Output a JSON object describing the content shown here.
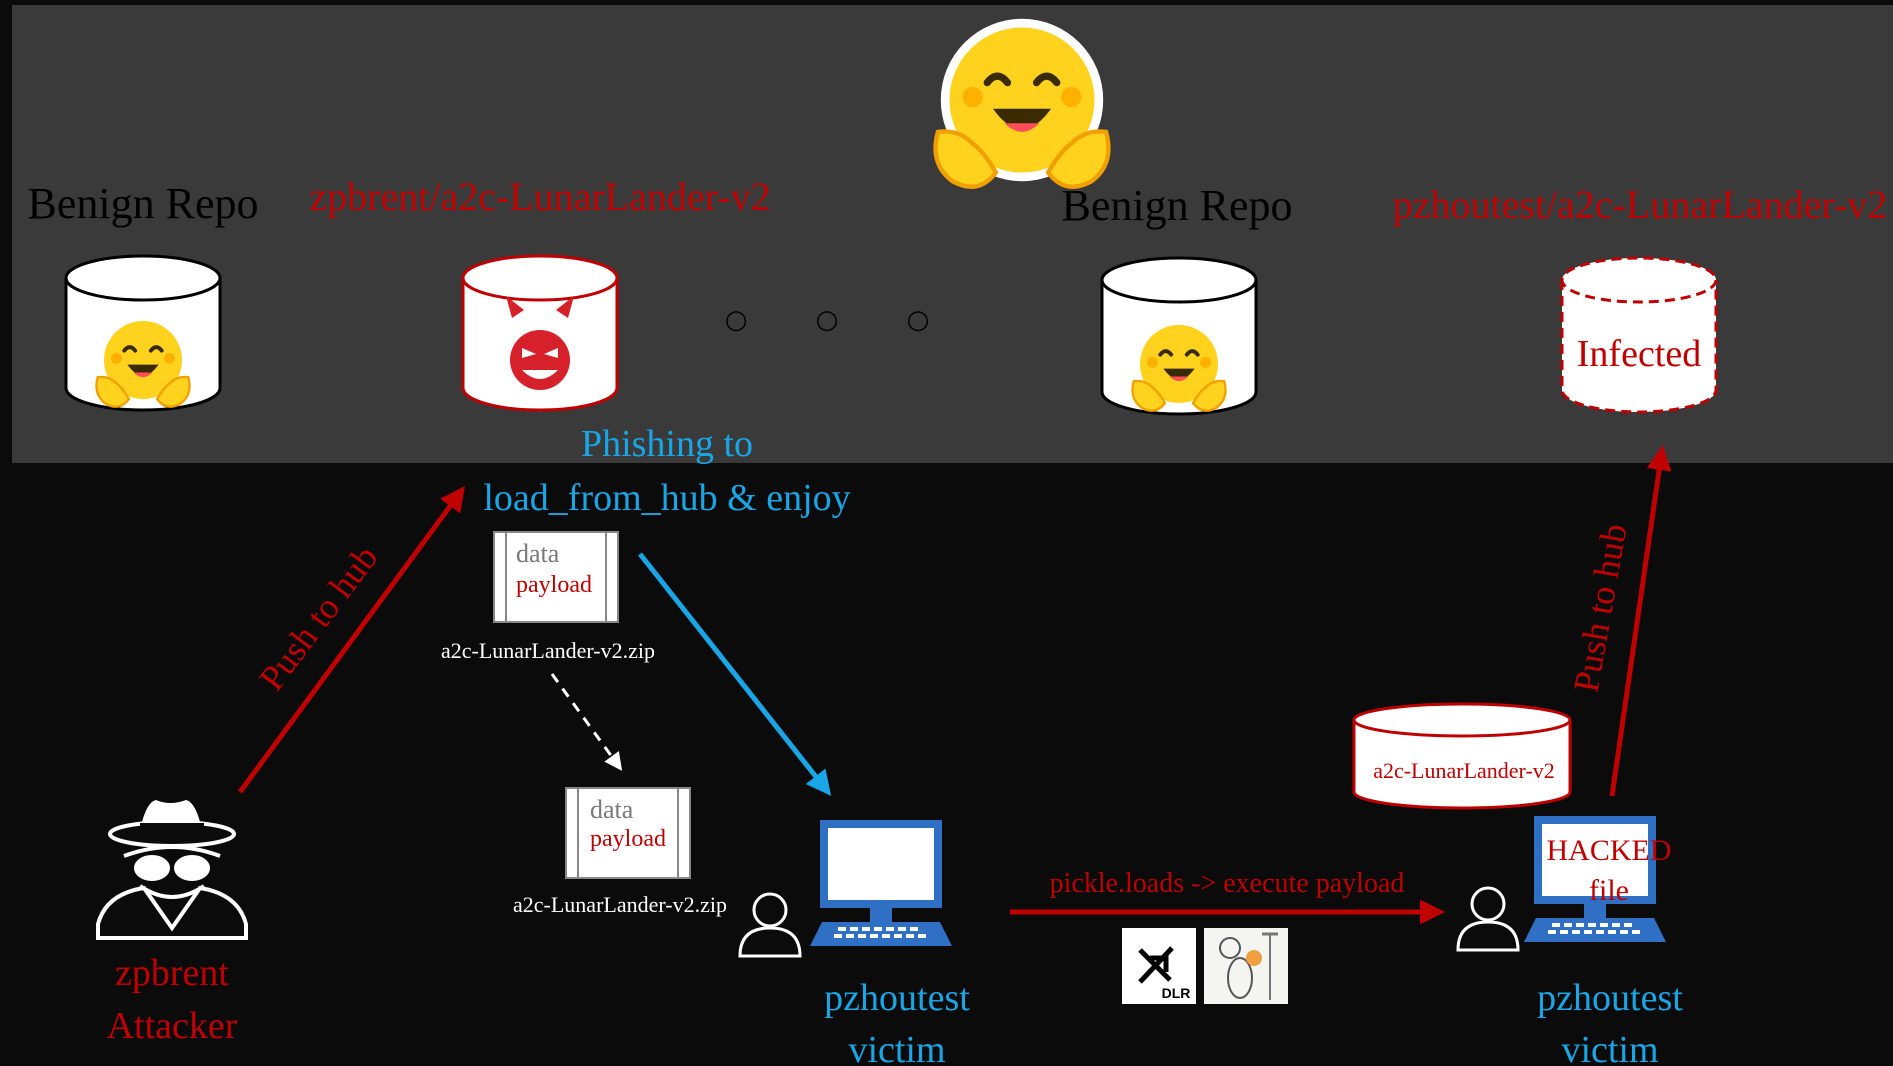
{
  "hub": {
    "repos": [
      {
        "label": "Benign Repo",
        "kind": "benign"
      },
      {
        "label": "zpbrent/a2c-LunarLander-v2",
        "kind": "malicious"
      },
      {
        "label": "Benign Repo",
        "kind": "benign"
      },
      {
        "label": "pzhoutest/a2c-LunarLander-v2",
        "kind": "infected",
        "inner_text": "Infected"
      }
    ],
    "ellipsis": "○ ○ ○"
  },
  "labels": {
    "phishing_line1": "Phishing to",
    "phishing_line2": "load_from_hub & enjoy",
    "push_left": "Push to hub",
    "push_right": "Push to hub",
    "pickle_step": "pickle.loads  ->  execute payload"
  },
  "files": [
    {
      "top": "data",
      "bottom": "payload",
      "caption": "a2c-LunarLander-v2.zip"
    },
    {
      "top": "data",
      "bottom": "payload",
      "caption": "a2c-LunarLander-v2.zip"
    }
  ],
  "actors": {
    "attacker": {
      "name": "zpbrent",
      "role": "Attacker"
    },
    "victim1": {
      "name": "pzhoutest",
      "role": "victim"
    },
    "victim2": {
      "name": "pzhoutest",
      "role": "victim",
      "screen_line1": "HACKED",
      "screen_line2": "file"
    }
  },
  "local_repo": {
    "label": "a2c-LunarLander-v2"
  },
  "logos": {
    "dlr": "DLR"
  },
  "colors": {
    "hub_band": "#3a3a3a",
    "background": "#0b0b0b",
    "malicious_red": "#c00000",
    "phishing_blue": "#18a6e6",
    "computer_blue": "#2f6fc4",
    "hf_yellow": "#ffd21e"
  },
  "icons": [
    "huggingface-icon",
    "devil-icon",
    "spy-attacker-icon",
    "person-icon",
    "computer-icon",
    "dlr-logo-icon",
    "cartoon-logo-icon"
  ]
}
